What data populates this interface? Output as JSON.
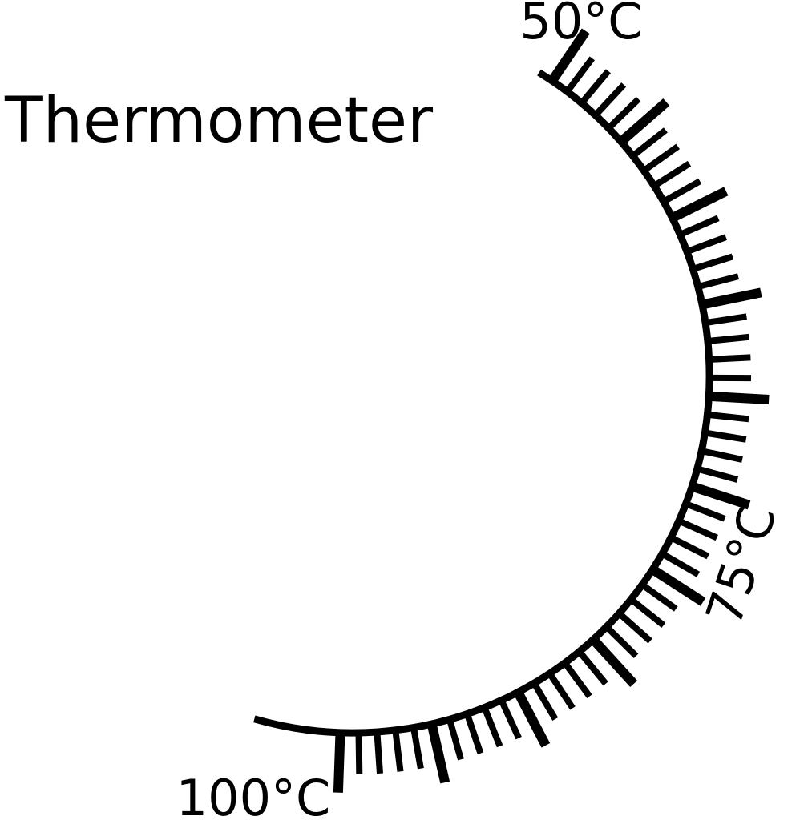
{
  "title": "Thermometer",
  "scale": {
    "start_value": 50,
    "end_value": 100,
    "unit": "°C",
    "minor_step": 1,
    "major_step": 5,
    "labels": [
      {
        "value": 50,
        "text": "50°C"
      },
      {
        "value": 75,
        "text": "75°C"
      },
      {
        "value": 100,
        "text": "100°C"
      }
    ]
  },
  "colors": {
    "ink": "#000000",
    "background": "#ffffff"
  }
}
